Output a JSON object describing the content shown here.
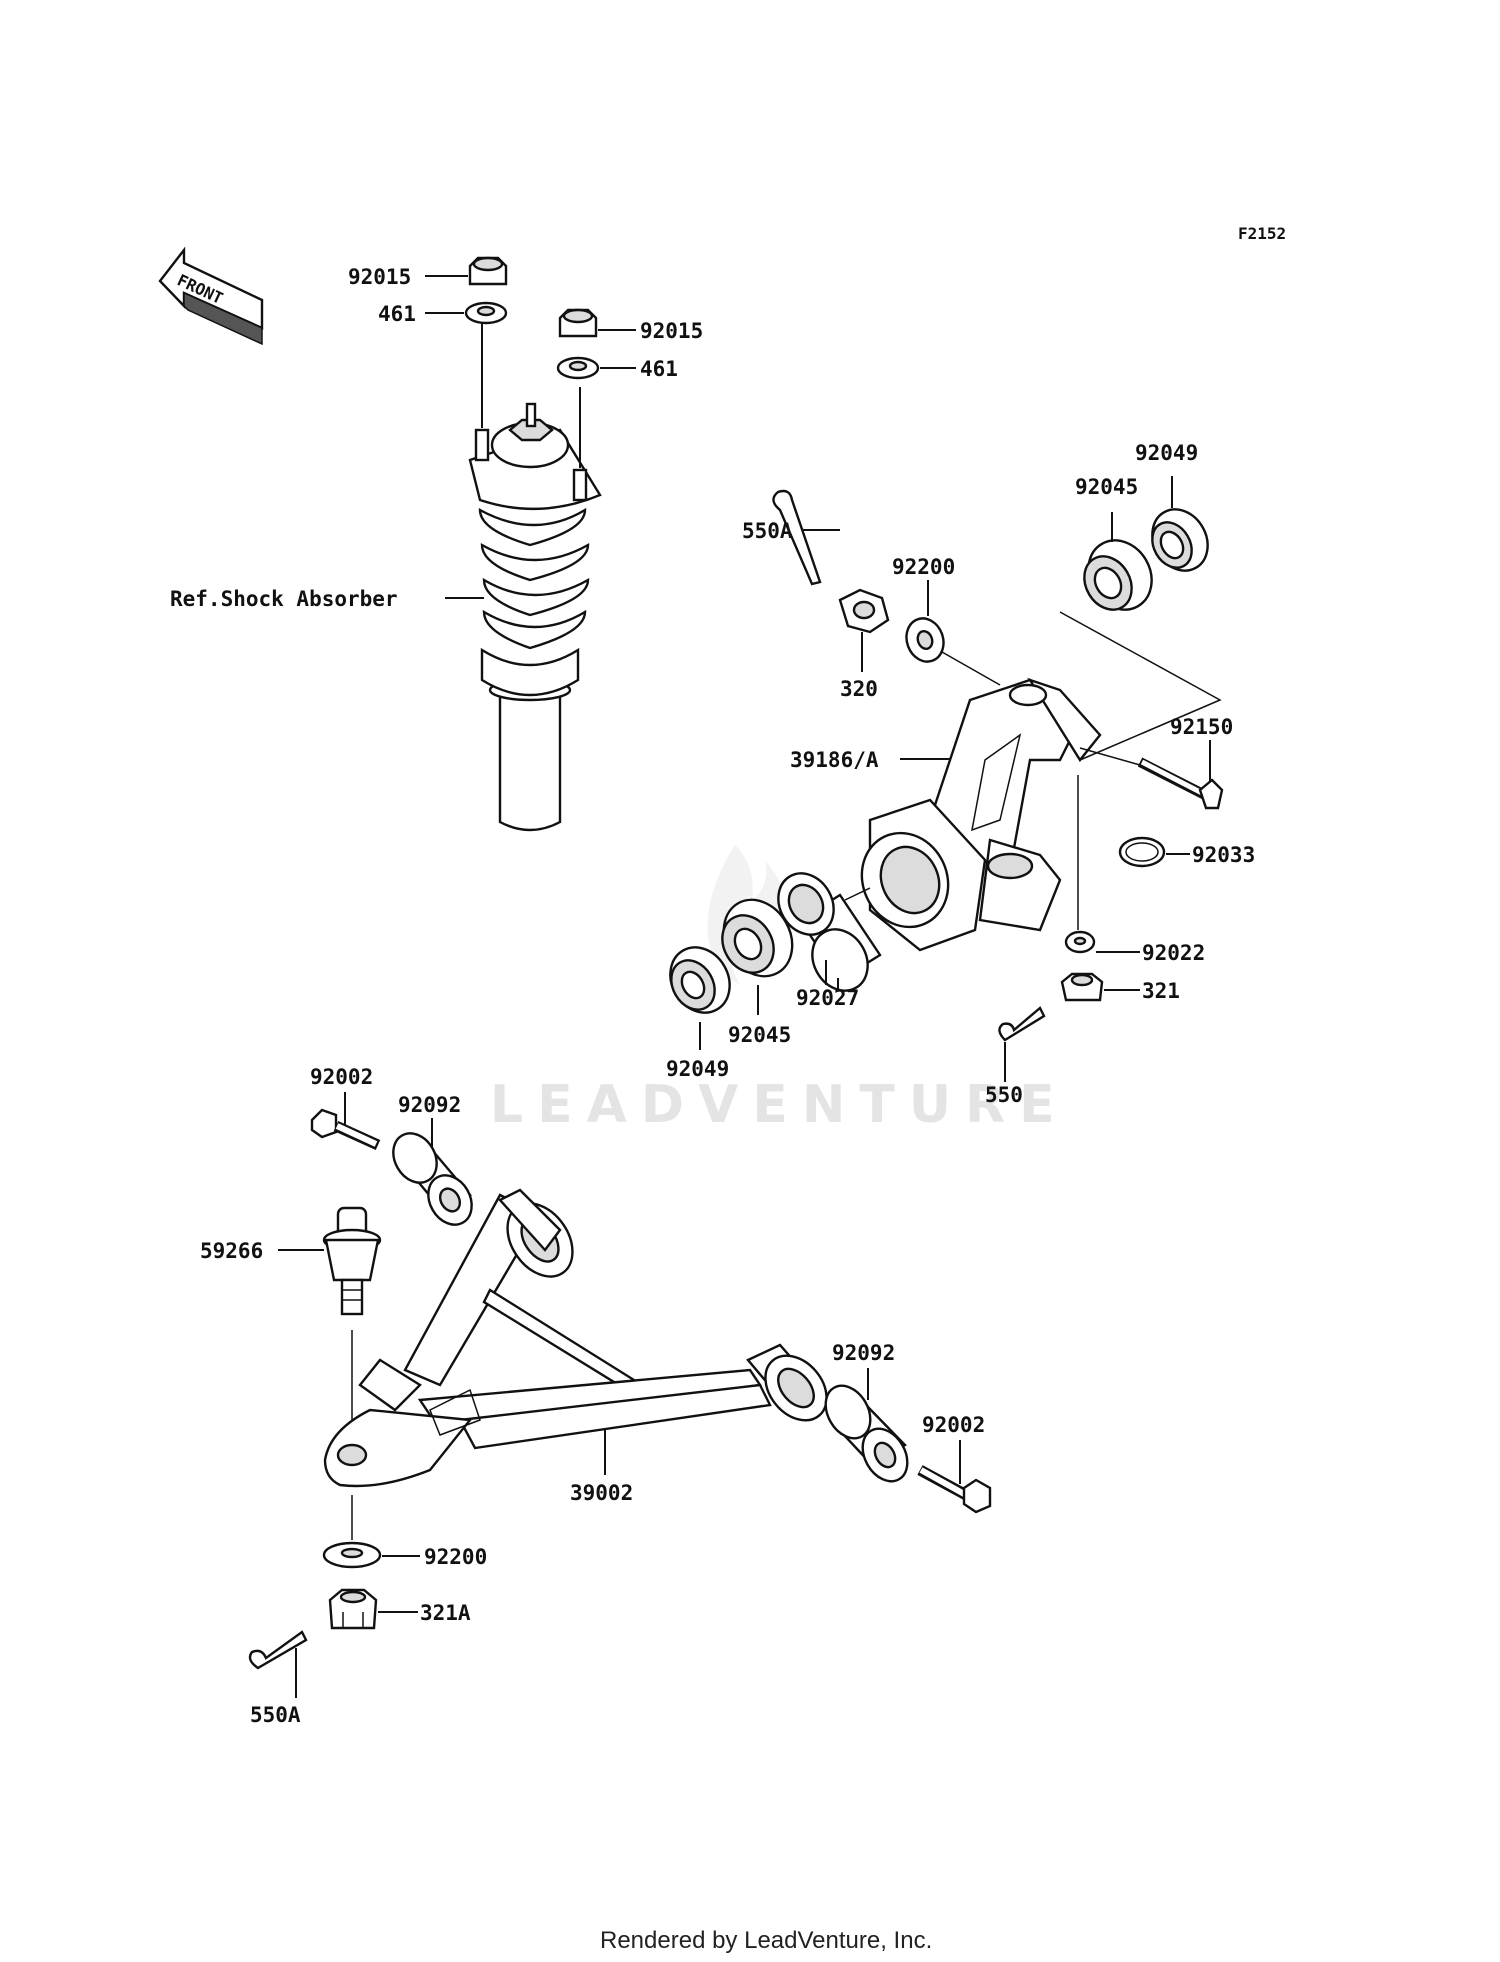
{
  "figure_code": "F2152",
  "front_arrow_label": "FRONT",
  "reference_label": "Ref.Shock Absorber",
  "watermark": "LEADVENTURE",
  "footer": "Rendered by LeadVenture, Inc.",
  "labels": {
    "nut_92015_left": "92015",
    "washer_461_left": "461",
    "nut_92015_right": "92015",
    "washer_461_right": "461",
    "pin_550a_top": "550A",
    "washer_92200_top": "92200",
    "nut_320": "320",
    "bearing_92045_top": "92045",
    "seal_92049_top": "92049",
    "knuckle_39186a": "39186/A",
    "bolt_92150": "92150",
    "circlip_92033": "92033",
    "washer_92022": "92022",
    "nut_321": "321",
    "pin_550": "550",
    "collar_92027": "92027",
    "bearing_92045_bottom": "92045",
    "seal_92049_bottom": "92049",
    "bolt_92002_left": "92002",
    "bush_92092_left": "92092",
    "balljoint_59266": "59266",
    "bush_92092_right": "92092",
    "bolt_92002_right": "92002",
    "arm_39002": "39002",
    "washer_92200_bottom": "92200",
    "nut_321a": "321A",
    "pin_550a_bottom": "550A"
  }
}
